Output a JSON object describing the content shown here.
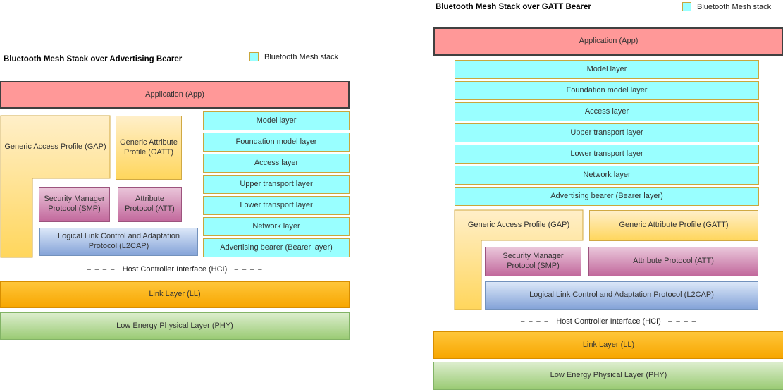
{
  "colors": {
    "cyan": "#99ffff",
    "cyan_border": "#c9a63c",
    "app_fill": "#ff9898",
    "app_border": "#404040",
    "yellow_top": "#ffefc9",
    "yellow_bottom": "#ffd65c",
    "yellow_border": "#d0a943",
    "pink_top": "#eac6da",
    "pink_bottom": "#c2689c",
    "pink_border": "#9c537d",
    "blue_top": "#dbe7f8",
    "blue_bottom": "#84a3d8",
    "blue_border": "#7291bc",
    "orange_top": "#ffc63a",
    "orange_bottom": "#f7a600",
    "orange_border": "#d78e00",
    "green_top": "#dcedcd",
    "green_bottom": "#9acb74",
    "green_border": "#82b366"
  },
  "left": {
    "title": "Bluetooth Mesh Stack over Advertising Bearer",
    "legend_label": "Bluetooth Mesh stack",
    "app_label": "Application (App)",
    "layers": [
      "Model layer",
      "Foundation model layer",
      "Access layer",
      "Upper transport layer",
      "Lower transport layer",
      "Network layer",
      "Advertising bearer (Bearer layer)"
    ],
    "gap_label": "Generic Access Profile (GAP)",
    "gatt_label": "Generic Attribute Profile (GATT)",
    "smp_label": "Security Manager Protocol (SMP)",
    "att_label": "Attribute Protocol (ATT)",
    "l2cap_label": "Logical Link Control and Adaptation Protocol (L2CAP)",
    "hci_dashes": "– – – –",
    "hci_label": "Host Controller Interface (HCI)",
    "ll_label": "Link Layer (LL)",
    "phy_label": "Low Energy Physical Layer (PHY)"
  },
  "right": {
    "title": "Bluetooth Mesh Stack over GATT Bearer",
    "legend_label": "Bluetooth Mesh stack",
    "app_label": "Application (App)",
    "layers": [
      "Model layer",
      "Foundation model layer",
      "Access layer",
      "Upper transport layer",
      "Lower transport layer",
      "Network layer",
      "Advertising bearer (Bearer layer)"
    ],
    "gap_label": "Generic Access Profile (GAP)",
    "gatt_label": "Generic Attribute Profile (GATT)",
    "smp_label": "Security Manager Protocol (SMP)",
    "att_label": "Attribute Protocol (ATT)",
    "l2cap_label": "Logical Link Control and Adaptation Protocol (L2CAP)",
    "hci_dashes": "– – – –",
    "hci_label": "Host Controller Interface (HCI)",
    "ll_label": "Link Layer (LL)",
    "phy_label": "Low Energy Physical Layer (PHY)"
  }
}
